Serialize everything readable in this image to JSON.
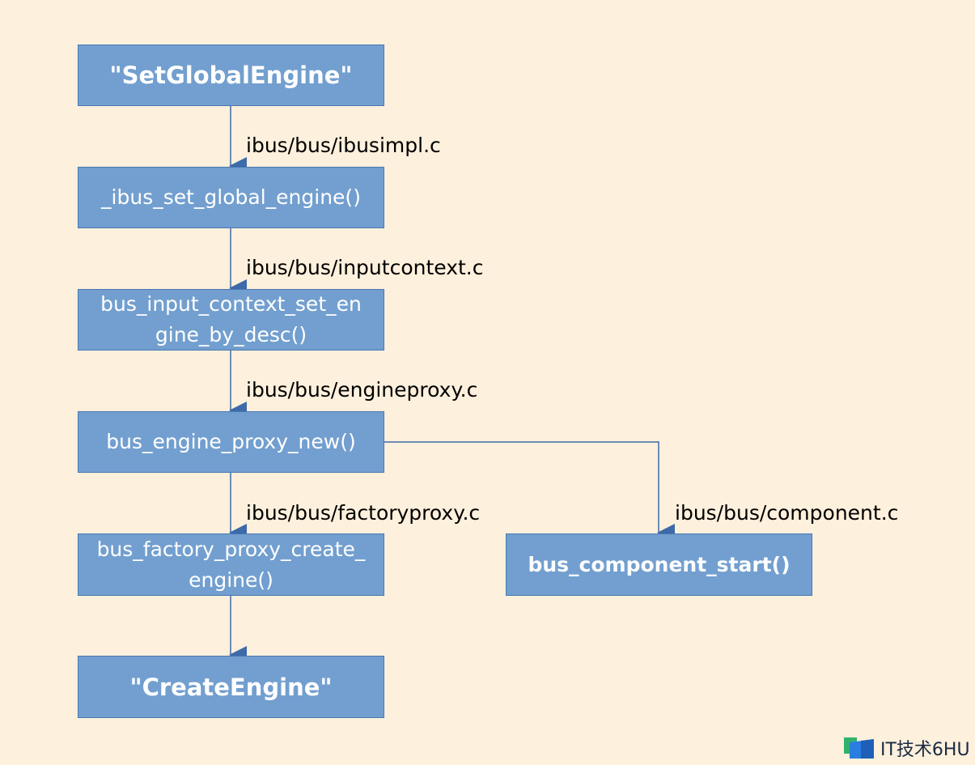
{
  "nodes": {
    "set_global_engine": "\"SetGlobalEngine\"",
    "ibus_set_global_engine": "_ibus_set_global_engine()",
    "bus_input_context_line1": "bus_input_context_set_en",
    "bus_input_context_line2": "gine_by_desc()",
    "bus_engine_proxy_new": "bus_engine_proxy_new()",
    "bus_factory_proxy_line1": "bus_factory_proxy_create_",
    "bus_factory_proxy_line2": "engine()",
    "create_engine": "\"CreateEngine\"",
    "bus_component_start": "bus_component_start()"
  },
  "edges": {
    "e1": "ibus/bus/ibusimpl.c",
    "e2": "ibus/bus/inputcontext.c",
    "e3": "ibus/bus/engineproxy.c",
    "e4": "ibus/bus/factoryproxy.c",
    "e5": "ibus/bus/component.c"
  },
  "colors": {
    "background": "#fdf0dc",
    "node_fill": "#729fcf",
    "node_border": "#4a78b0",
    "arrow": "#3d6aa8",
    "text_on_node": "#ffffff"
  },
  "watermark": {
    "text": "IT技术6HU",
    "icon": "book-logo-icon"
  }
}
